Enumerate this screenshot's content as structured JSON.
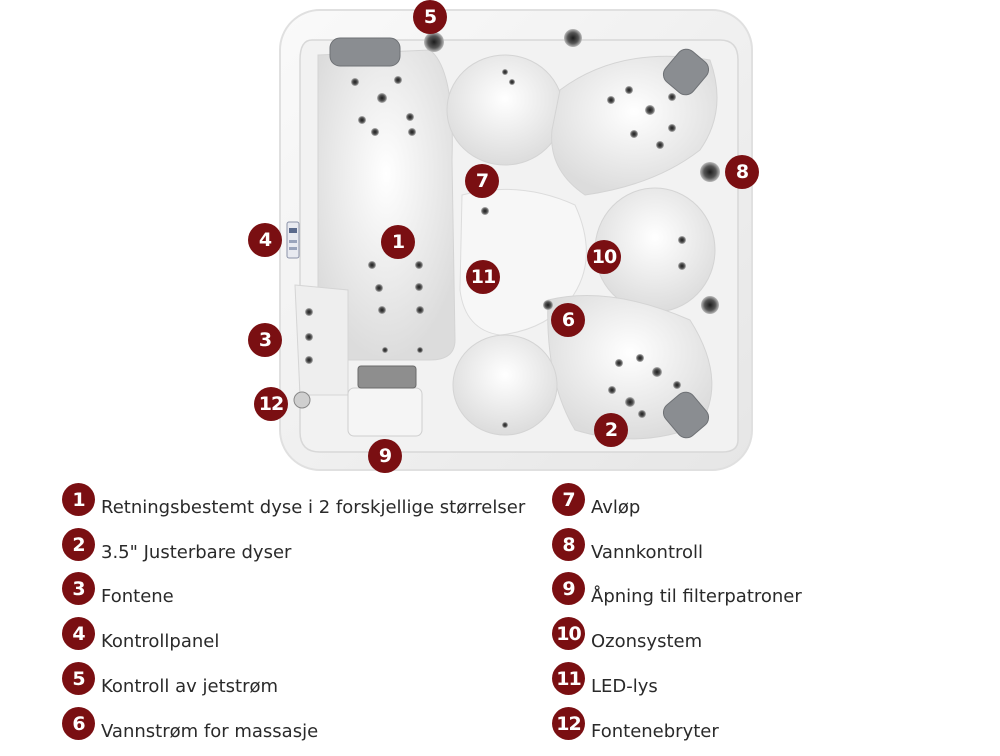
{
  "colors": {
    "badge": "#7a0f12",
    "text": "#2a2a2a",
    "acrylic": "#f4f4f4",
    "pillow": "#8a8d91"
  },
  "markers": [
    {
      "number": "1"
    },
    {
      "number": "2"
    },
    {
      "number": "3"
    },
    {
      "number": "4"
    },
    {
      "number": "5"
    },
    {
      "number": "6"
    },
    {
      "number": "7"
    },
    {
      "number": "8"
    },
    {
      "number": "9"
    },
    {
      "number": "10"
    },
    {
      "number": "11"
    },
    {
      "number": "12"
    }
  ],
  "legend": [
    {
      "number": "1",
      "label": "Retningsbestemt dyse i 2 forskjellige størrelser"
    },
    {
      "number": "2",
      "label": "3.5\" Justerbare dyser"
    },
    {
      "number": "3",
      "label": "Fontene"
    },
    {
      "number": "4",
      "label": "Kontrollpanel"
    },
    {
      "number": "5",
      "label": "Kontroll av jetstrøm"
    },
    {
      "number": "6",
      "label": "Vannstrøm for massasje"
    },
    {
      "number": "7",
      "label": "Avløp"
    },
    {
      "number": "8",
      "label": "Vannkontroll"
    },
    {
      "number": "9",
      "label": "Åpning til filterpatroner"
    },
    {
      "number": "10",
      "label": "Ozonsystem"
    },
    {
      "number": "11",
      "label": "LED-lys"
    },
    {
      "number": "12",
      "label": "Fontenebryter"
    }
  ]
}
